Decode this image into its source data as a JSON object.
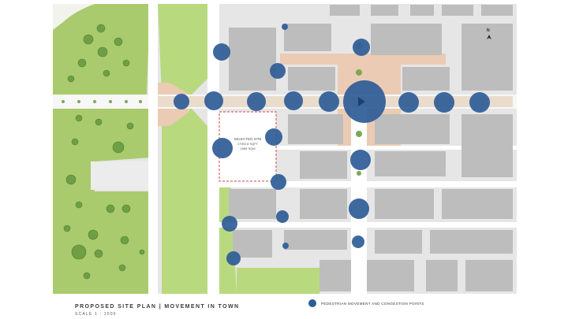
{
  "plan": {
    "title": "PROPOSED SITE PLAN | MOVEMENT IN TOWN",
    "scale": "SCALE 1 : 1000",
    "site_label_lines": [
      "SELECTED SITE",
      "17952.8 SQFT",
      "1668 SQM"
    ],
    "north_label": "N"
  },
  "legend": {
    "label": "PEDESTRIAN MOVEMENT AND CONGESTION POINTS"
  },
  "colors": {
    "congestion_point": "#2E5C97",
    "parkland": "#A9CB6E",
    "grass_strip": "#B9D97F",
    "building": "#BDBDBD",
    "plaza": "#EBCBB4",
    "road": "#FFFFFF",
    "site_boundary": "#D64545",
    "background": "#E6E6E6"
  },
  "icons": [
    "north-arrow-icon",
    "play-icon",
    "tree-icon"
  ]
}
